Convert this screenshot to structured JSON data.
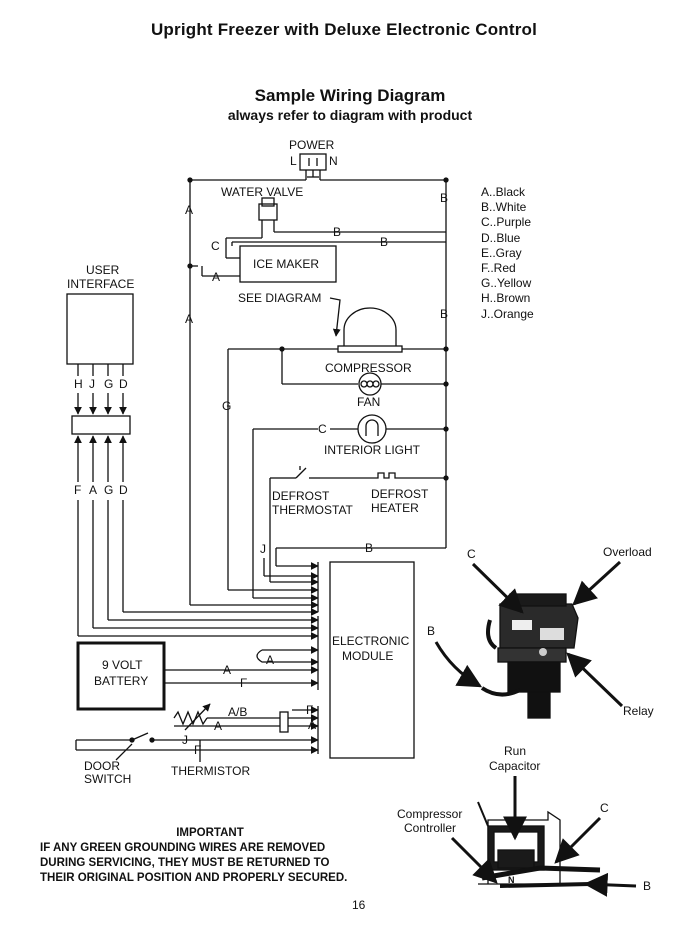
{
  "header": {
    "title": "Upright Freezer with Deluxe Electronic Control",
    "subtitle": "Sample Wiring Diagram",
    "note": "always refer to diagram with product"
  },
  "legend": [
    "A..Black",
    "B..White",
    "C..Purple",
    "D..Blue",
    "E..Gray",
    "F..Red",
    "G..Yellow",
    "H..Brown",
    "J..Orange"
  ],
  "components": {
    "power": "POWER",
    "power_l": "L",
    "power_n": "N",
    "water_valve": "WATER VALVE",
    "ice_maker": "ICE MAKER",
    "see_diagram": "SEE DIAGRAM",
    "compressor": "COMPRESSOR",
    "fan": "FAN",
    "interior_light": "INTERIOR LIGHT",
    "defrost_thermostat_1": "DEFROST",
    "defrost_thermostat_2": "THERMOSTAT",
    "defrost_heater_1": "DEFROST",
    "defrost_heater_2": "HEATER",
    "user_interface_1": "USER",
    "user_interface_2": "INTERFACE",
    "battery_1": "9 VOLT",
    "battery_2": "BATTERY",
    "electronic_module_1": "ELECTRONIC",
    "electronic_module_2": "MODULE",
    "door_switch_1": "DOOR",
    "door_switch_2": "SWITCH",
    "thermistor": "THERMISTOR"
  },
  "wire_labels": {
    "a": "A",
    "b": "B",
    "c": "C",
    "d": "D",
    "f": "F",
    "g": "G",
    "h": "H",
    "j": "J",
    "ab": "A/B"
  },
  "callouts": {
    "overload": "Overload",
    "relay": "Relay",
    "c": "C",
    "b": "B",
    "run_capacitor_1": "Run",
    "run_capacitor_2": "Capacitor",
    "compressor_controller_1": "Compressor",
    "compressor_controller_2": "Controller"
  },
  "important": {
    "heading": "IMPORTANT",
    "line1": "IF ANY GREEN GROUNDING WIRES ARE REMOVED",
    "line2": "DURING SERVICING, THEY MUST BE RETURNED TO",
    "line3": "THEIR ORIGINAL POSITION AND PROPERLY SECURED."
  },
  "page_number": "16"
}
